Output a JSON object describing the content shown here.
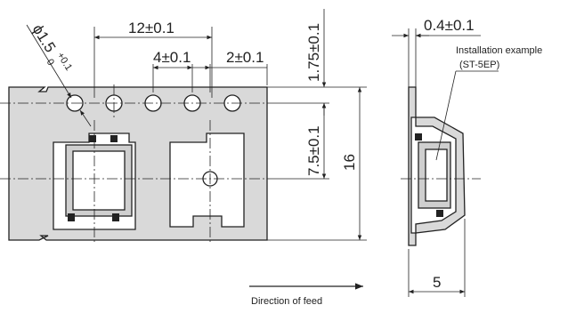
{
  "dimensions": {
    "hole_diameter": "ϕ1.5",
    "hole_tol_upper": "+0.1",
    "hole_tol_lower": "0",
    "pocket_pitch": "12±0.1",
    "hole_pitch": "4±0.1",
    "hole_to_pocket": "2±0.1",
    "hole_edge": "1.75±0.1",
    "hole_to_center": "7.5±0.1",
    "tape_width": "16",
    "tape_thickness": "0.4±0.1",
    "depth": "5"
  },
  "labels": {
    "installation": "Installation example",
    "model": "(ST-5EP)",
    "feed": "Direction of feed"
  }
}
